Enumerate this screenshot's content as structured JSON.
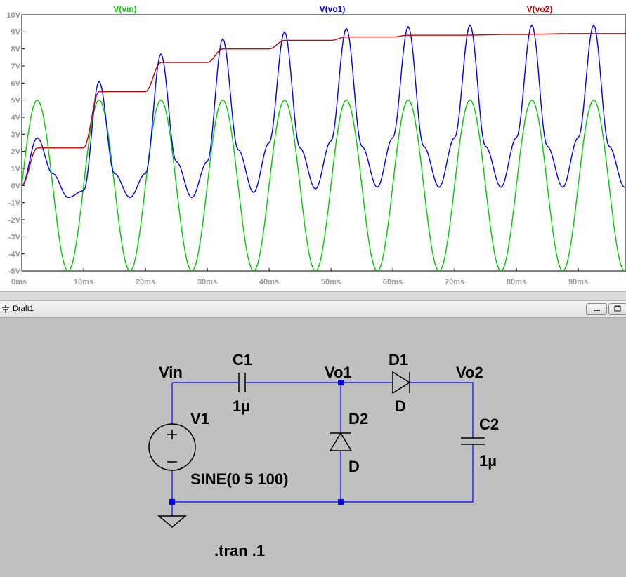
{
  "waveform": {
    "traces": [
      {
        "name": "V(vin)",
        "color": "#00cc00"
      },
      {
        "name": "V(vo1)",
        "color": "#0000ff"
      },
      {
        "name": "V(vo2)",
        "color": "#cc0000"
      }
    ],
    "y_ticks": [
      "10V",
      "9V",
      "8V",
      "7V",
      "6V",
      "5V",
      "4V",
      "3V",
      "2V",
      "1V",
      "0V",
      "-1V",
      "-2V",
      "-3V",
      "-4V",
      "-5V"
    ],
    "x_ticks": [
      "0ms",
      "10ms",
      "20ms",
      "30ms",
      "40ms",
      "50ms",
      "60ms",
      "70ms",
      "80ms",
      "90ms"
    ]
  },
  "chart_data": {
    "type": "line",
    "xlabel": "",
    "ylabel": "",
    "xlim": [
      0,
      100
    ],
    "ylim": [
      -5,
      10
    ],
    "x_unit": "ms",
    "y_unit": "V",
    "grid": false,
    "legend": "top",
    "series": [
      {
        "name": "V(vin)",
        "color": "#00cc00",
        "description": "sine amplitude 5 frequency 100",
        "x": [
          0,
          2.5,
          7.5,
          12.5,
          17.5,
          22.5,
          27.5,
          32.5,
          37.5,
          42.5,
          47.5,
          52.5,
          57.5,
          62.5,
          67.5,
          72.5,
          77.5,
          82.5,
          87.5,
          92.5,
          97.5
        ],
        "y": [
          0,
          5,
          -5,
          5,
          -5,
          5,
          -5,
          5,
          -5,
          5,
          -5,
          5,
          -5,
          5,
          -5,
          5,
          -5,
          5,
          -5,
          5,
          -5
        ]
      },
      {
        "name": "V(vo1)",
        "color": "#0000ff",
        "x": [
          0,
          2.5,
          5,
          7.5,
          10,
          12.5,
          15,
          17.5,
          20,
          22.5,
          25,
          27.5,
          30,
          32.5,
          35,
          37.5,
          40,
          42.5,
          45,
          47.5,
          50,
          52.5,
          55,
          57.5,
          60,
          62.5,
          65,
          67.5,
          70,
          72.5,
          75,
          77.5,
          80,
          82.5,
          85,
          87.5,
          90,
          92.5,
          95,
          97.5
        ],
        "y": [
          0,
          2.8,
          0.7,
          -0.7,
          -0.3,
          6.1,
          0.7,
          -0.7,
          0.7,
          7.7,
          1.4,
          -0.7,
          1.4,
          8.6,
          2.1,
          -0.4,
          2.5,
          9.0,
          2.2,
          -0.2,
          2.6,
          9.2,
          2.3,
          -0.1,
          2.8,
          9.3,
          2.3,
          -0.1,
          2.8,
          9.4,
          2.3,
          -0.1,
          2.8,
          9.4,
          2.3,
          -0.1,
          2.8,
          9.4,
          2.3,
          -0.1
        ]
      },
      {
        "name": "V(vo2)",
        "color": "#cc0000",
        "x": [
          0,
          2.5,
          10,
          12.5,
          20,
          22.5,
          30,
          32.5,
          40,
          42.5,
          50,
          52.5,
          60,
          62.5,
          70,
          80,
          90,
          100
        ],
        "y": [
          0,
          2.2,
          2.2,
          5.5,
          5.5,
          7.2,
          7.2,
          8.0,
          8.0,
          8.5,
          8.5,
          8.7,
          8.7,
          8.8,
          8.8,
          8.85,
          8.9,
          8.9
        ]
      }
    ]
  },
  "draft_window": {
    "title": "Draft1"
  },
  "schematic": {
    "labels": {
      "vin": "Vin",
      "c1_name": "C1",
      "c1_value": "1µ",
      "vo1": "Vo1",
      "d1_name": "D1",
      "d1_model": "D",
      "vo2": "Vo2",
      "v1_name": "V1",
      "v1_value": "SINE(0 5 100)",
      "d2_name": "D2",
      "d2_model": "D",
      "c2_name": "C2",
      "c2_value": "1µ",
      "directive": ".tran .1"
    },
    "wire_color": "#0000ff",
    "junction_color": "#0000ff"
  }
}
